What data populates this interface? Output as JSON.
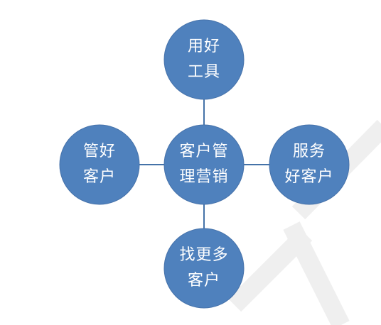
{
  "diagram": {
    "colors": {
      "node_fill": "#4F81BD",
      "connector": "#4472A8",
      "text": "#FFFFFF",
      "watermark": "#EEEEEE"
    },
    "center": {
      "line1": "客户管",
      "line2": "理营销"
    },
    "top": {
      "line1": "用好",
      "line2": "工具"
    },
    "left": {
      "line1": "管好",
      "line2": "客户"
    },
    "right": {
      "line1": "服务",
      "line2": "好客户"
    },
    "bottom": {
      "line1": "找更多",
      "line2": "客户"
    }
  }
}
